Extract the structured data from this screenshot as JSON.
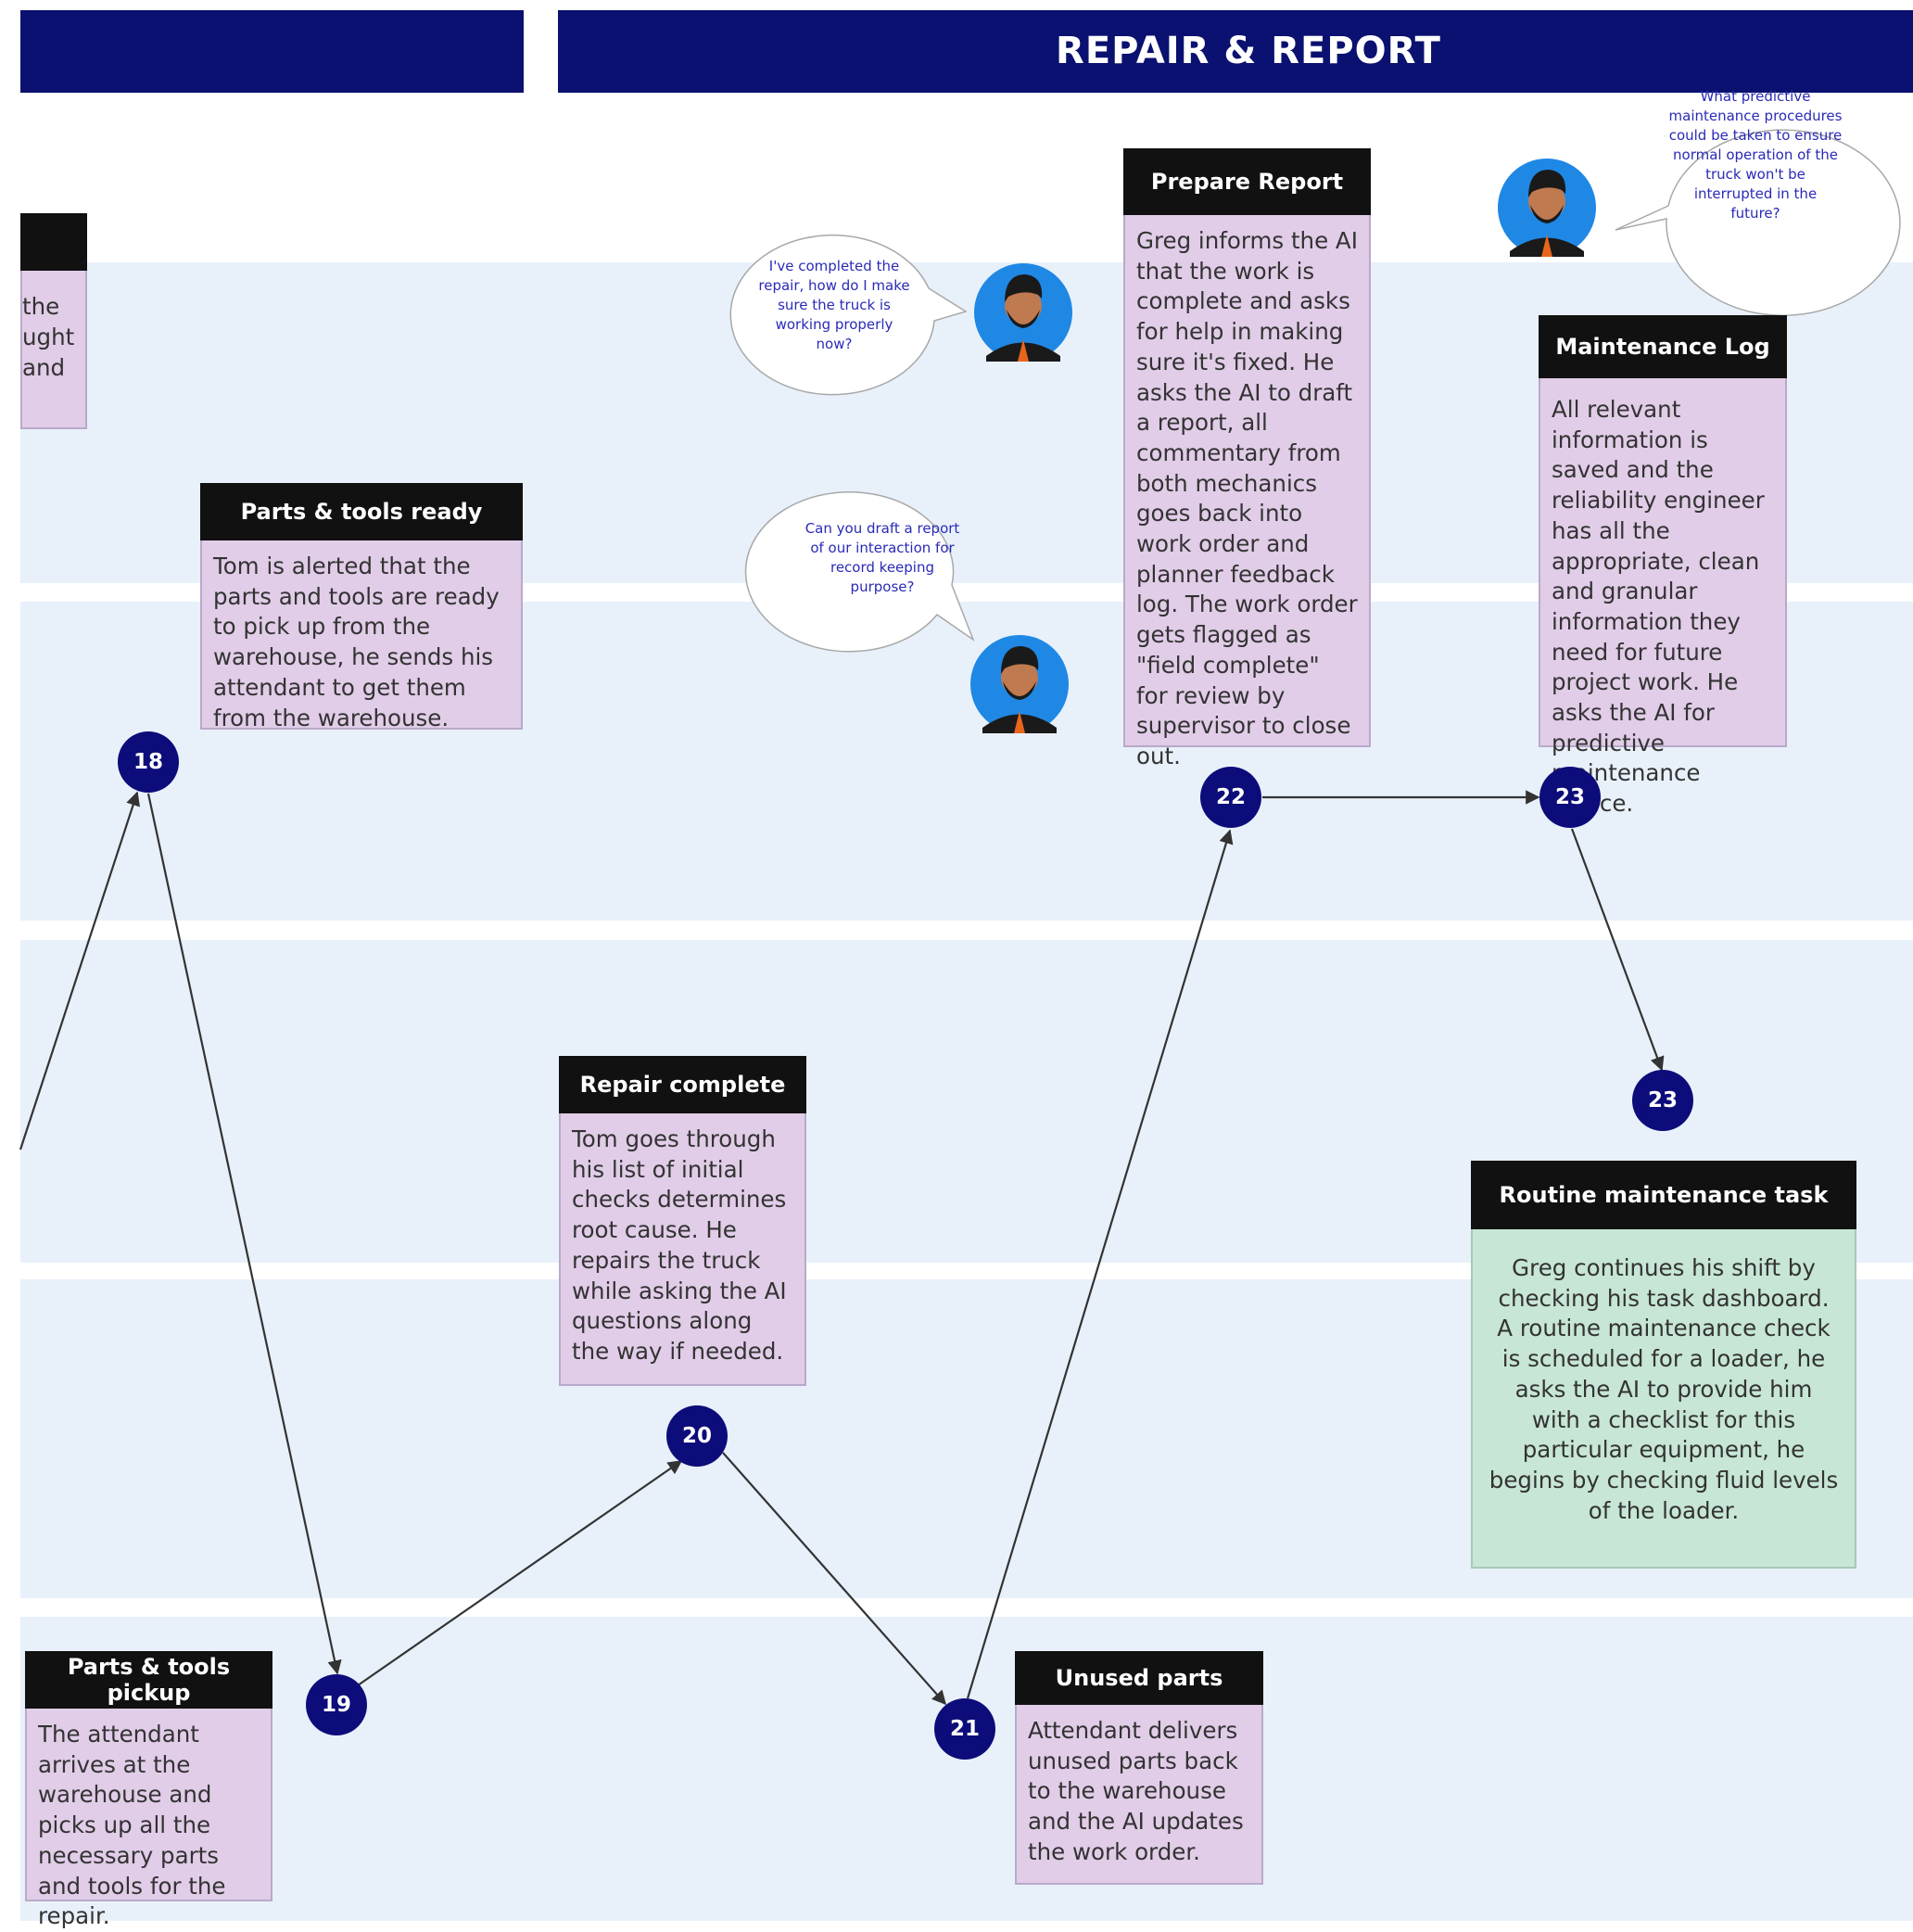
{
  "header": {
    "title": "REPAIR & REPORT"
  },
  "colors": {
    "header": "#0a1170",
    "lane": "#e8f1fa",
    "card_purple": "#e1cde8",
    "card_green": "#c7e6d5",
    "node": "#0c0c7a",
    "bubble_text": "#2a2ab8"
  },
  "partial_card": {
    "lines": [
      "the",
      "ught",
      "and"
    ]
  },
  "cards": {
    "parts_tools_ready": {
      "title": "Parts & tools ready",
      "body": "Tom is alerted that the parts and tools are ready to pick up from the warehouse, he sends his attendant to get them from the warehouse."
    },
    "parts_tools_pickup": {
      "title": "Parts & tools pickup",
      "body": "The attendant arrives at the warehouse and picks up all the necessary parts and tools for the repair."
    },
    "repair_complete": {
      "title": "Repair complete",
      "body": "Tom goes through his list of initial checks determines root cause. He repairs the truck while asking the AI questions along the way if needed."
    },
    "unused_parts": {
      "title": "Unused parts",
      "body": "Attendant delivers unused parts back to the warehouse and the AI updates the work order."
    },
    "prepare_report": {
      "title": "Prepare Report",
      "body": "Greg informs the AI that the work is complete and asks for help in making sure it's fixed. He asks the AI to draft a report, all commentary from both mechanics goes back into work order and planner feedback log. The work order gets flagged as \"field complete\" for review by supervisor to close out."
    },
    "maintenance_log": {
      "title": "Maintenance Log",
      "body": "All relevant information is saved and the reliability engineer has all the appropriate, clean and granular information they need for future project work. He asks the AI for predictive maintenance advice."
    },
    "routine_task": {
      "title": "Routine maintenance task",
      "body": "Greg continues his shift by checking his task dashboard. A routine maintenance check is scheduled for a loader, he asks the AI to provide him with a checklist for this particular equipment, he begins by checking fluid levels of the loader."
    }
  },
  "bubbles": {
    "repair_check": "I've completed the repair, how do I make sure the truck is working properly now?",
    "draft_report": "Can you draft a report of our interaction for record keeping purpose?",
    "predictive": "What predictive maintenance procedures could be taken to ensure normal operation of the truck won't be interrupted in the future?"
  },
  "nodes": {
    "n18": "18",
    "n19": "19",
    "n20": "20",
    "n21": "21",
    "n22": "22",
    "n23a": "23",
    "n23b": "23"
  }
}
